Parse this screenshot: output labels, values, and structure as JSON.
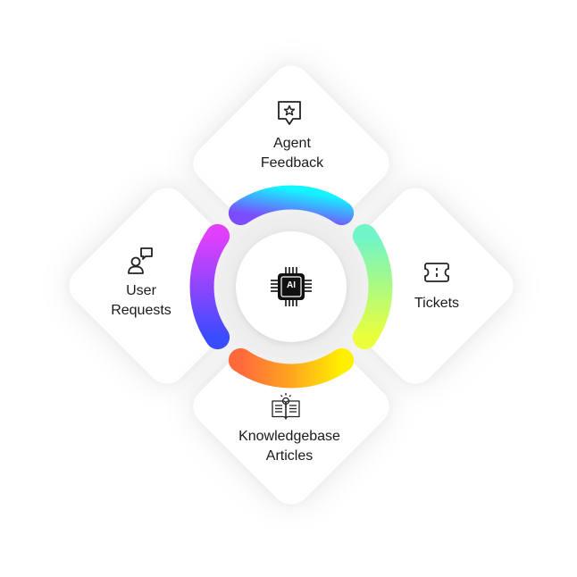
{
  "diagram": {
    "center": {
      "label": "AI",
      "icon": "ai-chip-icon"
    },
    "nodes": [
      {
        "id": "agent-feedback",
        "position": "top",
        "lines": [
          "Agent",
          "Feedback"
        ],
        "icon": "star-speech-bubble-icon"
      },
      {
        "id": "tickets",
        "position": "right",
        "lines": [
          "Tickets"
        ],
        "icon": "ticket-icon"
      },
      {
        "id": "knowledgebase-articles",
        "position": "bottom",
        "lines": [
          "Knowledgebase",
          "Articles"
        ],
        "icon": "open-book-lightbulb-icon"
      },
      {
        "id": "user-requests",
        "position": "left",
        "lines": [
          "User",
          "Requests"
        ],
        "icon": "user-chat-icon"
      }
    ],
    "ring_segments": [
      {
        "position": "top",
        "from": "#7b4dff",
        "to": "#12f5ff"
      },
      {
        "position": "right",
        "from": "#6ff5c8",
        "to": "#eaff3a"
      },
      {
        "position": "bottom",
        "from": "#ff6a3d",
        "to": "#fff000"
      },
      {
        "position": "left",
        "from": "#e040fb",
        "to": "#3a4cff"
      }
    ]
  }
}
